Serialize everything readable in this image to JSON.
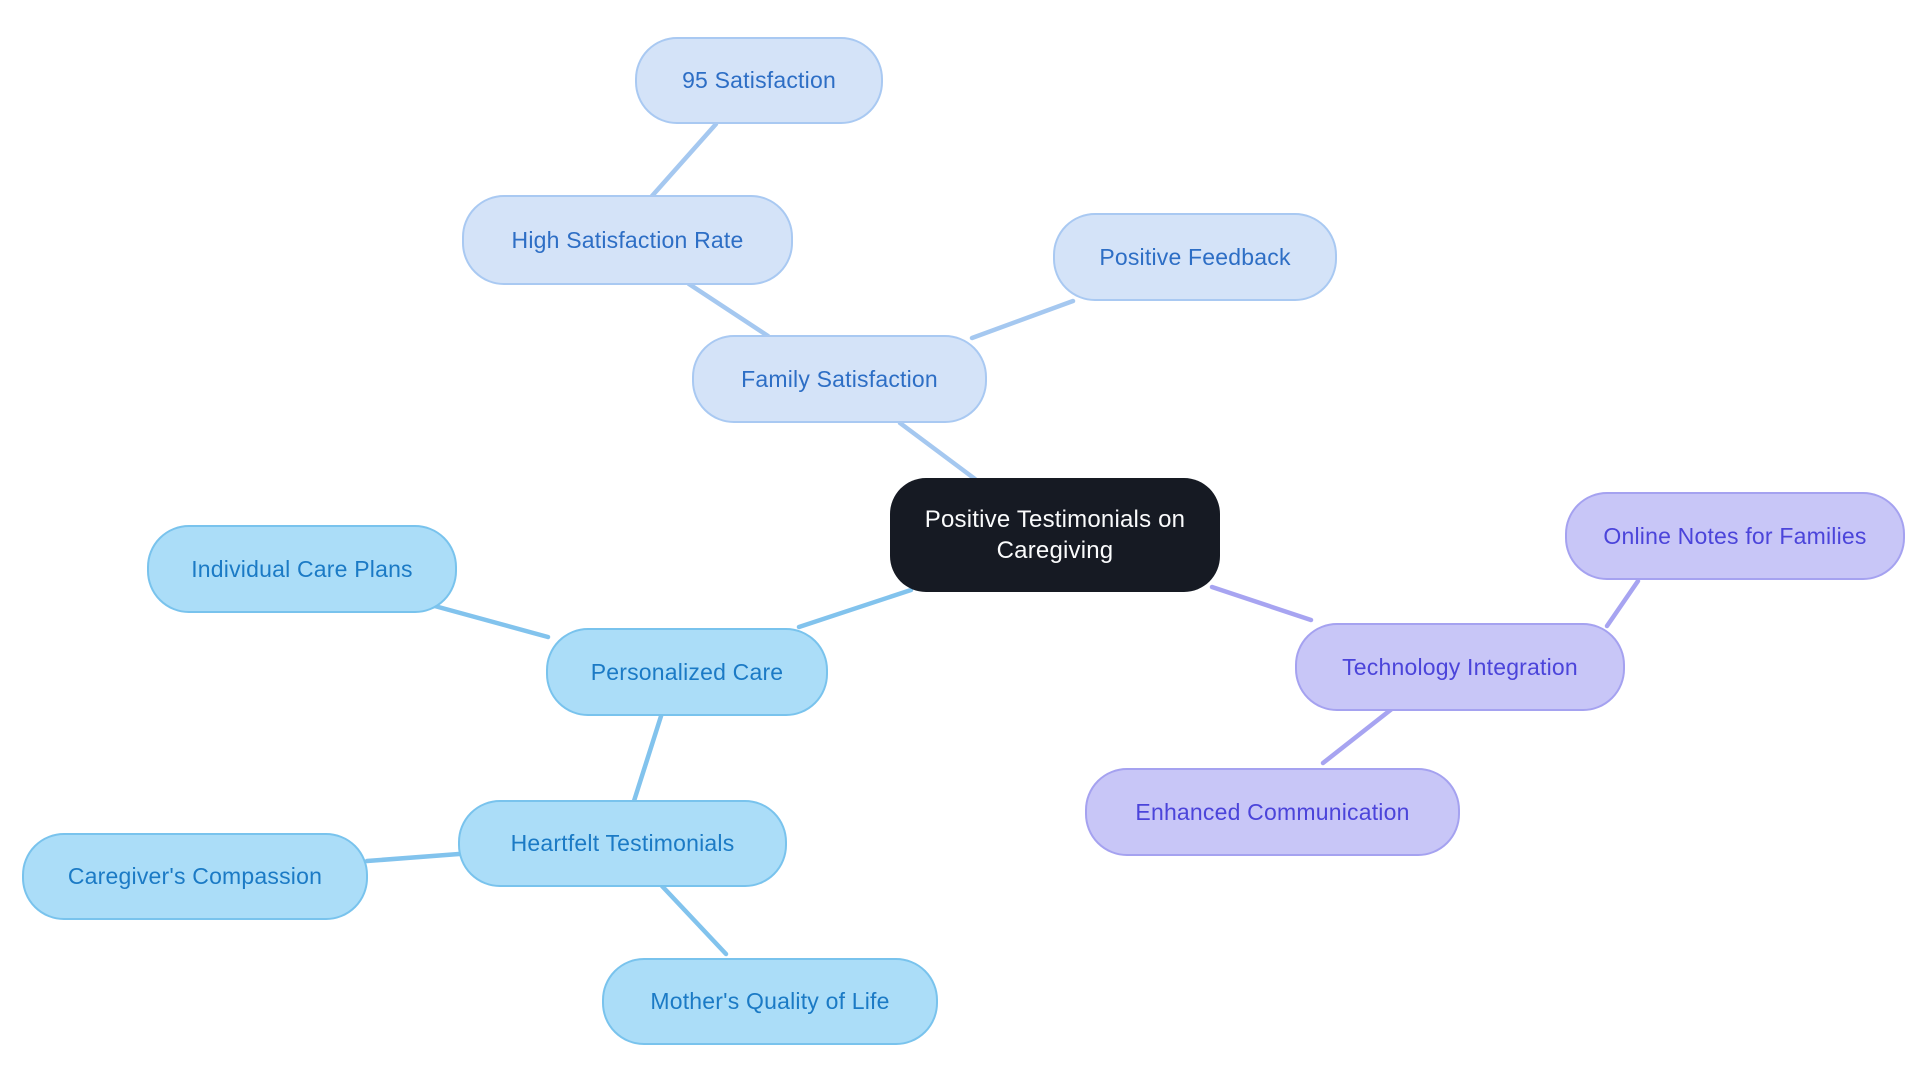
{
  "diagram": {
    "type": "mindmap",
    "background_color": "#FFFFFF",
    "central_topic": "Positive Testimonials on Caregiving",
    "palette": {
      "central_fill": "#161A23",
      "central_text": "#FAFBFC",
      "family_branch": {
        "fill": "#D4E3F8",
        "border": "#A9C9F2",
        "text": "#2D6EC5",
        "line": "#A5C8F0"
      },
      "care_branch": {
        "fill": "#ABDDF8",
        "border": "#79C3ED",
        "text": "#1B7AC5",
        "line": "#82C3ED"
      },
      "tech_branch": {
        "fill": "#C8C6F7",
        "border": "#A5A2F0",
        "text": "#4B44DA",
        "line": "#A7A4F1"
      }
    },
    "nodes": [
      {
        "id": "central",
        "label": "Positive Testimonials on Caregiving",
        "branch": "central"
      },
      {
        "id": "family-satisfaction",
        "label": "Family Satisfaction",
        "branch": "family"
      },
      {
        "id": "high-satisfaction-rate",
        "label": "High Satisfaction Rate",
        "branch": "family"
      },
      {
        "id": "95-satisfaction",
        "label": "95 Satisfaction",
        "branch": "family"
      },
      {
        "id": "positive-feedback",
        "label": "Positive Feedback",
        "branch": "family"
      },
      {
        "id": "personalized-care",
        "label": "Personalized Care",
        "branch": "care"
      },
      {
        "id": "individual-care-plans",
        "label": "Individual Care Plans",
        "branch": "care"
      },
      {
        "id": "heartfelt-testimonials",
        "label": "Heartfelt Testimonials",
        "branch": "care"
      },
      {
        "id": "caregivers-compassion",
        "label": "Caregiver's Compassion",
        "branch": "care"
      },
      {
        "id": "mothers-quality-of-life",
        "label": "Mother's Quality of Life",
        "branch": "care"
      },
      {
        "id": "technology-integration",
        "label": "Technology Integration",
        "branch": "tech"
      },
      {
        "id": "online-notes-for-families",
        "label": "Online Notes for Families",
        "branch": "tech"
      },
      {
        "id": "enhanced-communication",
        "label": "Enhanced Communication",
        "branch": "tech"
      }
    ],
    "edges": [
      {
        "from": "central",
        "to": "family-satisfaction"
      },
      {
        "from": "family-satisfaction",
        "to": "high-satisfaction-rate"
      },
      {
        "from": "high-satisfaction-rate",
        "to": "95-satisfaction"
      },
      {
        "from": "family-satisfaction",
        "to": "positive-feedback"
      },
      {
        "from": "central",
        "to": "personalized-care"
      },
      {
        "from": "personalized-care",
        "to": "individual-care-plans"
      },
      {
        "from": "personalized-care",
        "to": "heartfelt-testimonials"
      },
      {
        "from": "heartfelt-testimonials",
        "to": "caregivers-compassion"
      },
      {
        "from": "heartfelt-testimonials",
        "to": "mothers-quality-of-life"
      },
      {
        "from": "central",
        "to": "technology-integration"
      },
      {
        "from": "technology-integration",
        "to": "online-notes-for-families"
      },
      {
        "from": "technology-integration",
        "to": "enhanced-communication"
      }
    ]
  }
}
